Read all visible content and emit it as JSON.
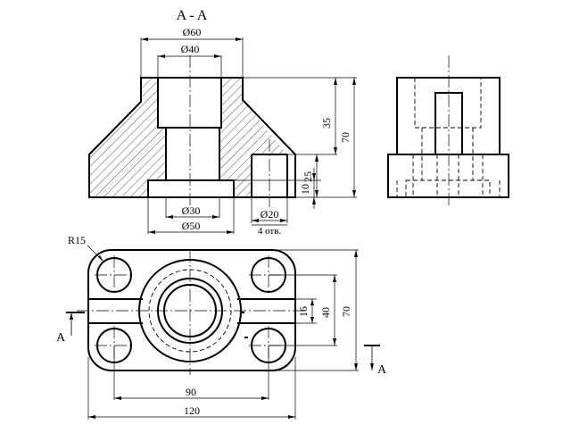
{
  "section_title": "A - A",
  "section_mark": "A",
  "dims": {
    "d60": "Ø60",
    "d40": "Ø40",
    "d30": "Ø30",
    "d50": "Ø50",
    "d20": "Ø20",
    "holes": "4 отв.",
    "h35": "35",
    "h70_front": "70",
    "h25": "25",
    "h10": "10",
    "r15": "R15",
    "v16": "16",
    "v40": "40",
    "v70_top": "70",
    "w90": "90",
    "w120": "120"
  }
}
